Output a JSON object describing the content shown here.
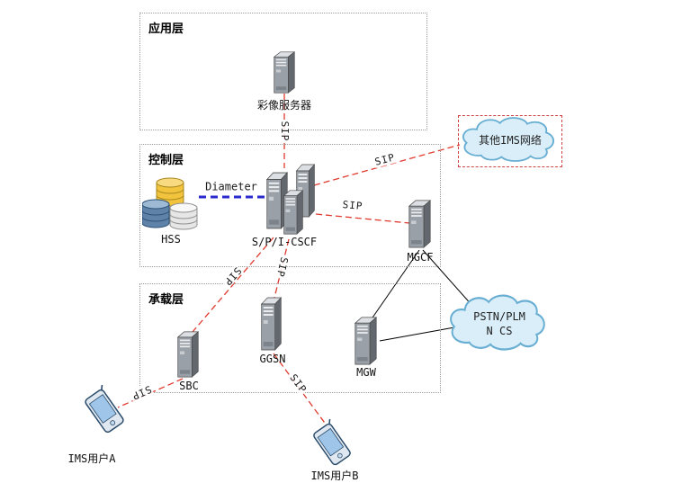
{
  "diagram": {
    "layers": {
      "app": {
        "label": "应用层"
      },
      "control": {
        "label": "控制层"
      },
      "bearer": {
        "label": "承载层"
      }
    },
    "nodes": {
      "media_server": {
        "label": "彩像服务器"
      },
      "hss": {
        "label": "HSS"
      },
      "cscf": {
        "label": "S/P/I-CSCF"
      },
      "mgcf": {
        "label": "MGCF"
      },
      "sbc": {
        "label": "SBC"
      },
      "ggsn": {
        "label": "GGSN"
      },
      "mgw": {
        "label": "MGW"
      },
      "other_ims": {
        "label": "其他IMS网络"
      },
      "pstn": {
        "label_line1": "PSTN/PLM",
        "label_line2": "N CS"
      },
      "user_a": {
        "label": "IMS用户A"
      },
      "user_b": {
        "label": "IMS用户B"
      }
    },
    "edge_labels": {
      "sip": "SIP",
      "diameter": "Diameter"
    },
    "colors": {
      "sip_line": "#e03a2f",
      "diameter_line": "#2929cf",
      "pstn_link_line": "#000000",
      "other_ims_frame": "#cc4444",
      "cloud_fill": "#d9eef9",
      "cloud_stroke": "#68aed2"
    }
  }
}
